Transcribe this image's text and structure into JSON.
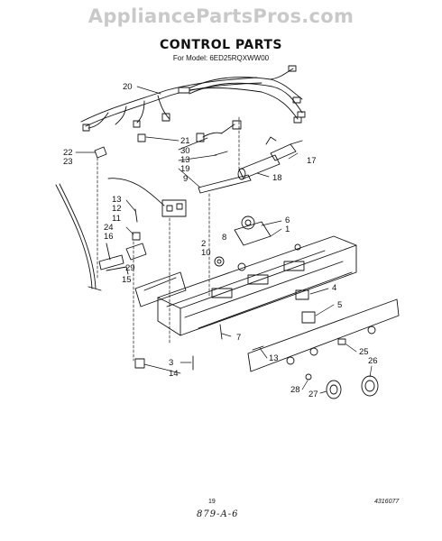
{
  "watermark": "AppliancePartsPros.com",
  "title": "CONTROL PARTS",
  "model_line": "For Model: 6ED25RQXWW00",
  "callouts": [
    {
      "id": "20",
      "label": "20"
    },
    {
      "id": "21",
      "label": "21"
    },
    {
      "id": "30",
      "label": "30"
    },
    {
      "id": "13a",
      "label": "13"
    },
    {
      "id": "19",
      "label": "19"
    },
    {
      "id": "9",
      "label": "9"
    },
    {
      "id": "17",
      "label": "17"
    },
    {
      "id": "18",
      "label": "18"
    },
    {
      "id": "22",
      "label": "22"
    },
    {
      "id": "23",
      "label": "23"
    },
    {
      "id": "13b",
      "label": "13"
    },
    {
      "id": "12",
      "label": "12"
    },
    {
      "id": "11",
      "label": "11"
    },
    {
      "id": "24",
      "label": "24"
    },
    {
      "id": "16",
      "label": "16"
    },
    {
      "id": "29",
      "label": "29"
    },
    {
      "id": "15",
      "label": "15"
    },
    {
      "id": "2",
      "label": "2"
    },
    {
      "id": "10",
      "label": "10"
    },
    {
      "id": "8",
      "label": "8"
    },
    {
      "id": "6",
      "label": "6"
    },
    {
      "id": "1",
      "label": "1"
    },
    {
      "id": "4",
      "label": "4"
    },
    {
      "id": "5",
      "label": "5"
    },
    {
      "id": "7",
      "label": "7"
    },
    {
      "id": "25",
      "label": "25"
    },
    {
      "id": "13c",
      "label": "13"
    },
    {
      "id": "3",
      "label": "3"
    },
    {
      "id": "14",
      "label": "14"
    },
    {
      "id": "26",
      "label": "26"
    },
    {
      "id": "28",
      "label": "28"
    },
    {
      "id": "27",
      "label": "27"
    }
  ],
  "footer": {
    "page_number": "19",
    "document_number": "4316077",
    "handwritten_note": "879-A-6"
  }
}
